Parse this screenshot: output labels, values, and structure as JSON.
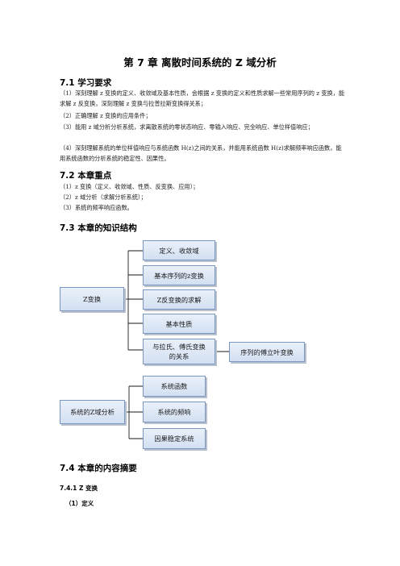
{
  "chapter_title": "第 7 章  离散时间系统的 Z 域分析",
  "sections": {
    "s1": {
      "heading": "7.1  学习要求",
      "para1": "（1）深刻理解 z 变换的定义、收敛域及基本性质，会根据 z 变换的定义和性质求解一些常用序列的 z 变换，能求解 z 反变换，深刻理解 z 变换与拉普拉斯变换得关系；",
      "item2": "（2）正确理解 z 变换的应用条件；",
      "para3": "（3）能用 z 域分析分析系统，求离散系统的零状态响应、零输入响应、完全响应、单位样值响应；",
      "para4": "（4）深刻理解系统的单位样值响应与系统函数 H(z)之间的关系，并能用系统函数 H(z)求解频率响应函数，能用系统函数的分析系统的稳定性、因果性。"
    },
    "s2": {
      "heading": "7.2  本章重点",
      "items": [
        "（1）z 变换（定义、收敛域、性质、反变换、应用）；",
        "（2）z 域分析（求解分析系统）；",
        "（3）系统的频率响应函数。"
      ]
    },
    "s3": {
      "heading": "7.3  本章的知识结构"
    },
    "s4": {
      "heading": "7.4  本章的内容摘要",
      "sub": "7.4.1 Z 变换",
      "subsub": "（1）定义"
    }
  },
  "diagram": {
    "root1": "Z变换",
    "root1_children": [
      "定义、收敛域",
      "基本序列的z变换",
      "Z反变换的求解",
      "基本性质"
    ],
    "relation_line1": "与拉氏、傅氏变换",
    "relation_line2": "的关系",
    "relation_target": "序列的傅立叶变换",
    "root2": "系统的Z域分析",
    "root2_children": [
      "系统函数",
      "系统的频响",
      "因果稳定系统"
    ]
  }
}
